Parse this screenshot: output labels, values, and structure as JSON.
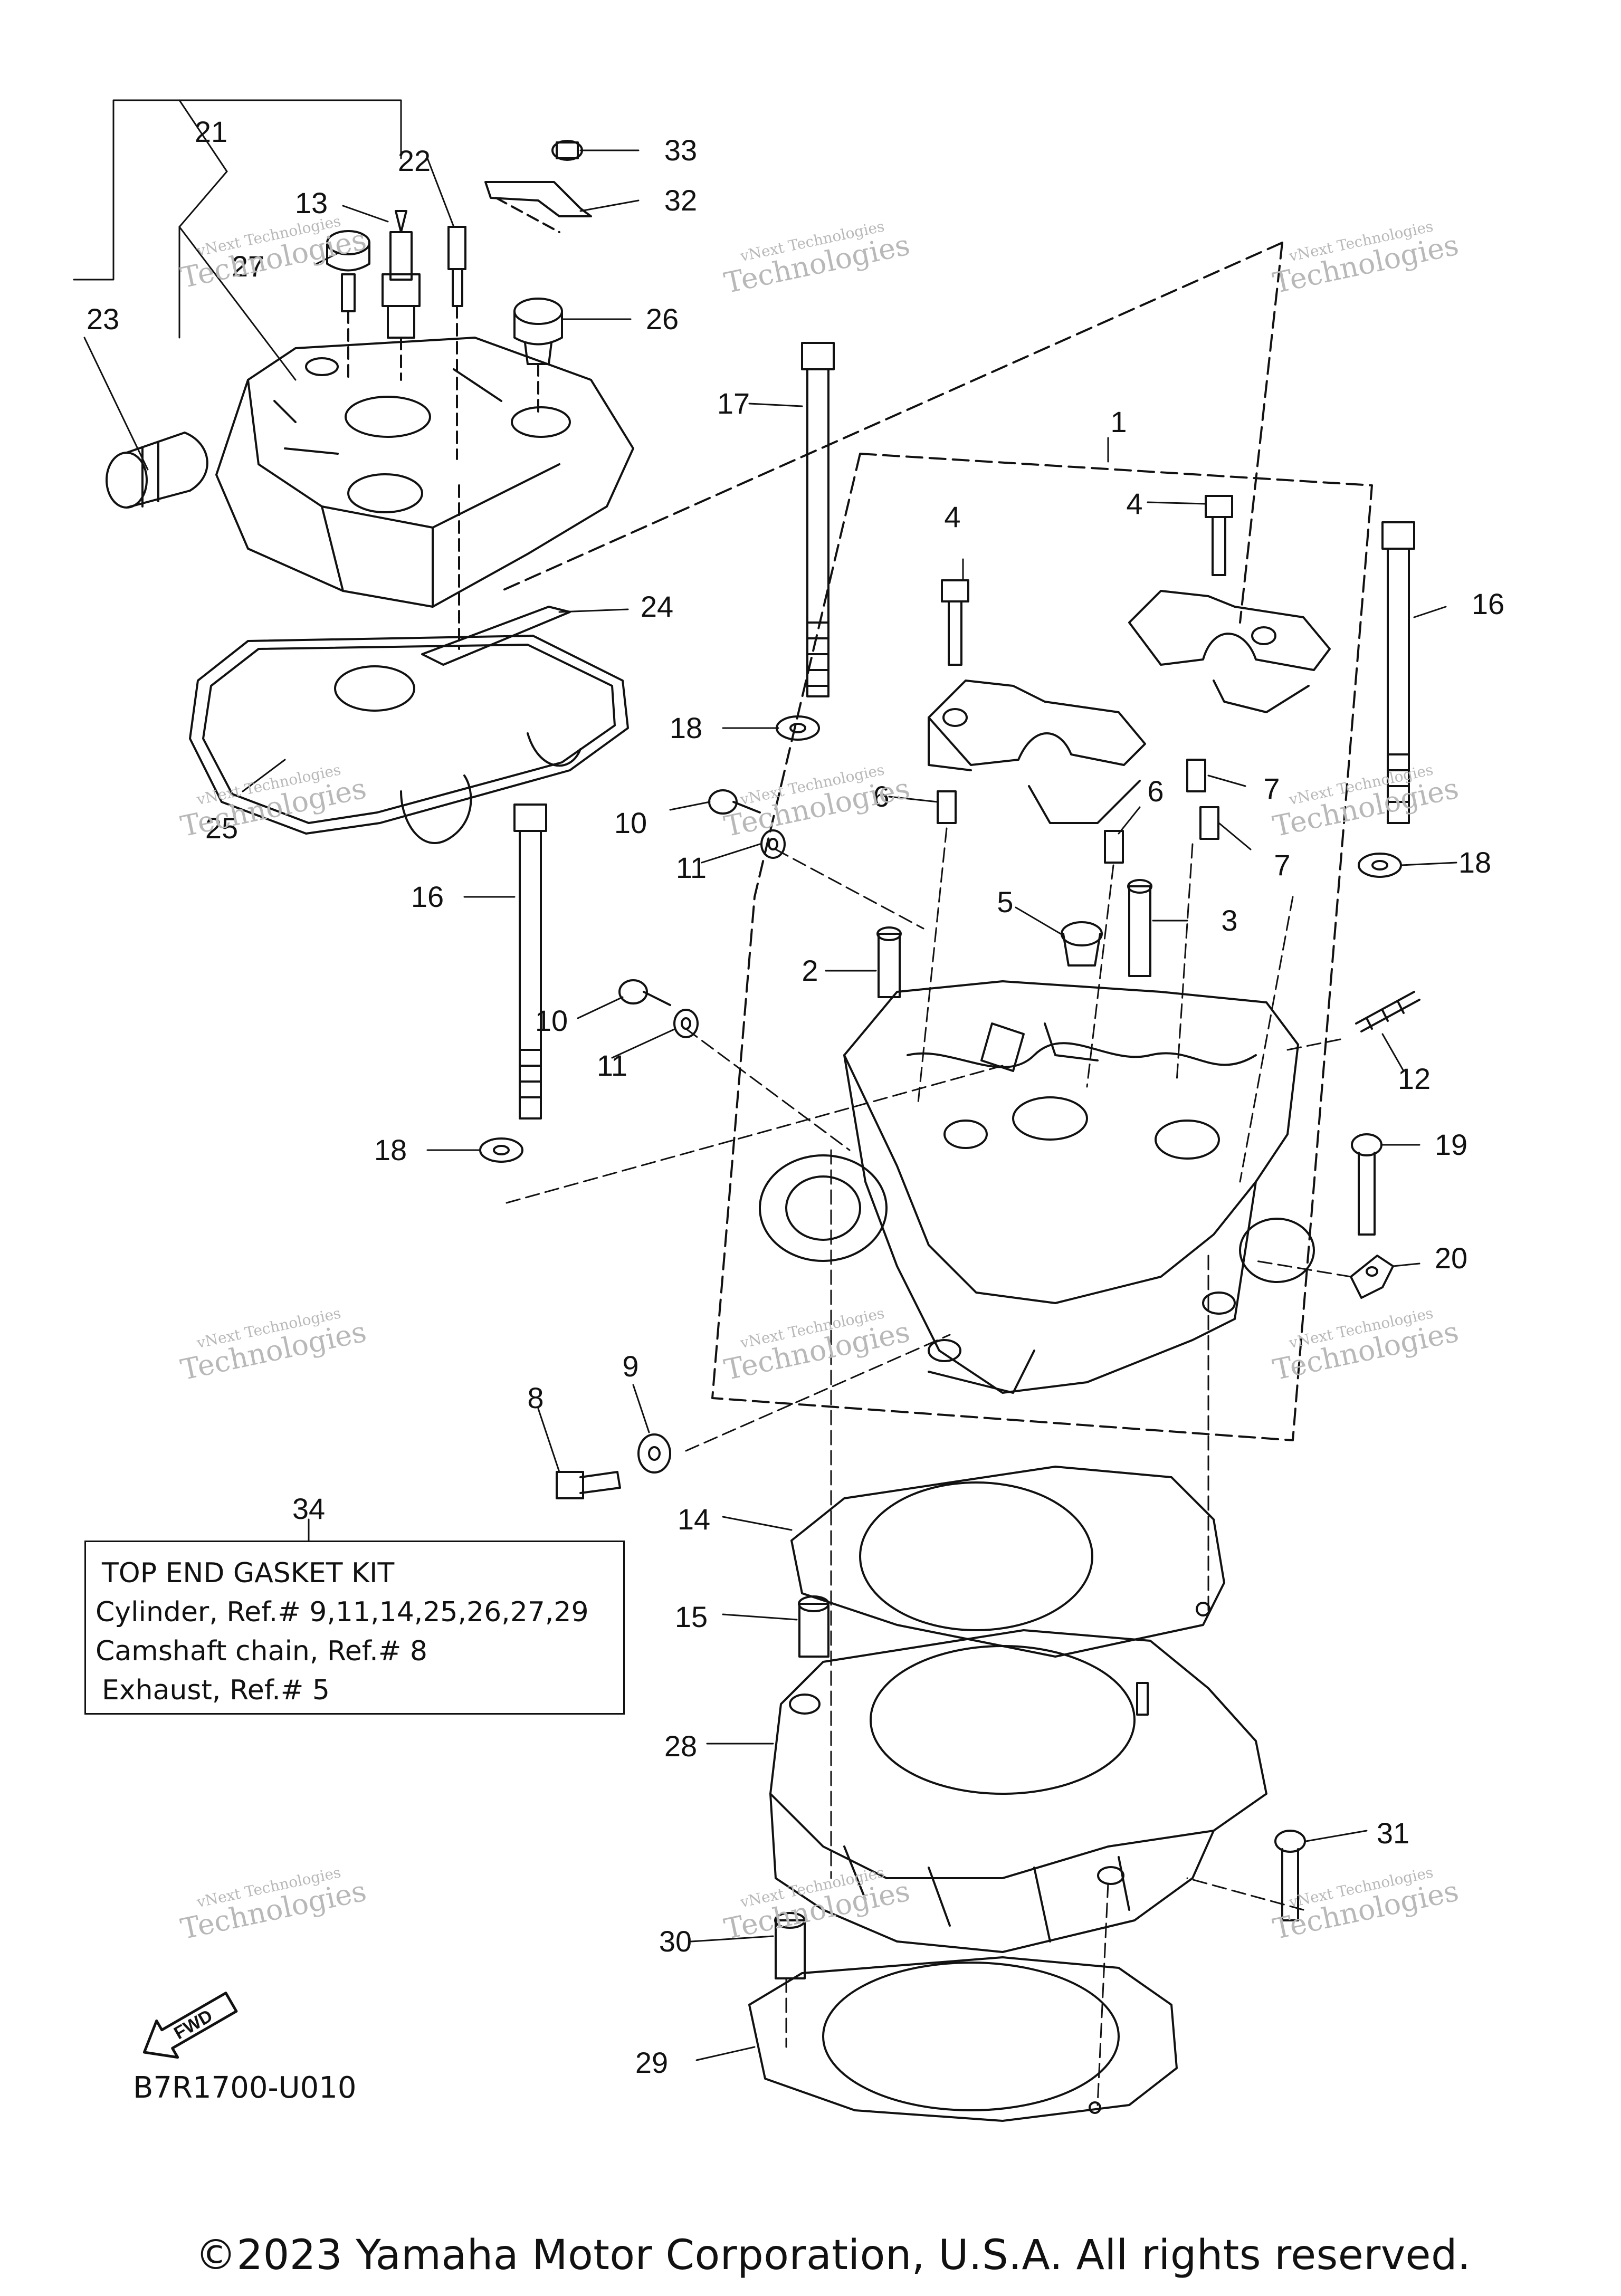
{
  "diagram": {
    "callouts": [
      "1",
      "2",
      "3",
      "4",
      "4",
      "5",
      "6",
      "6",
      "7",
      "7",
      "8",
      "9",
      "10",
      "10",
      "11",
      "11",
      "12",
      "13",
      "14",
      "15",
      "16",
      "16",
      "17",
      "18",
      "18",
      "18",
      "19",
      "20",
      "21",
      "22",
      "23",
      "24",
      "25",
      "26",
      "27",
      "28",
      "29",
      "30",
      "31",
      "32",
      "33",
      "34"
    ],
    "watermark": {
      "line1": "vNext Technologies",
      "line2": "Technologies",
      "overlay": "vNext"
    },
    "kit_box": {
      "title": "TOP END GASKET KIT",
      "lines": [
        "Cylinder, Ref.# 9,11,14,25,26,27,29",
        "Camshaft chain, Ref.# 8",
        "Exhaust, Ref.# 5"
      ]
    },
    "fwd_label": "FWD",
    "diagram_code": "B7R1700-U010",
    "copyright": "©2023 Yamaha Motor Corporation, U.S.A. All rights reserved."
  }
}
